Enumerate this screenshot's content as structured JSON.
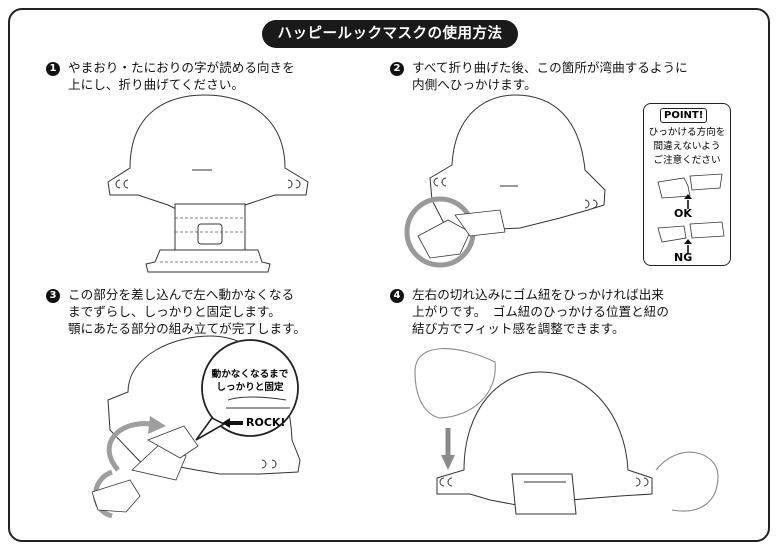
{
  "title": "ハッピールックマスクの使用方法",
  "steps": [
    {
      "num": "1",
      "lines": [
        "やまおり・たにおりの字が読める向きを",
        "上にし、折り曲げてください。"
      ]
    },
    {
      "num": "2",
      "lines": [
        "すべて折り曲げた後、この箇所が湾曲するように",
        "内側へひっかけます。"
      ]
    },
    {
      "num": "3",
      "lines": [
        "この部分を差し込んで左へ動かなくなる",
        "までずらし、しっかりと固定します。",
        "顎にあたる部分の組み立てが完了します。"
      ]
    },
    {
      "num": "4",
      "lines": [
        "左右の切れ込みにゴム紐をひっかければ出来",
        "上がりです。　ゴム紐のひっかける位置と紐の",
        "結び方でフィット感を調整できます。"
      ]
    }
  ],
  "point": {
    "label": "POINT!",
    "text_lines": [
      "ひっかける方向を",
      "間違えないよう",
      "ご注意ください"
    ],
    "ok": "OK",
    "ng": "NG"
  },
  "bubble": {
    "lines": [
      "動かなくなるまで",
      "しっかりと固定"
    ],
    "rock": "ROCK!"
  }
}
